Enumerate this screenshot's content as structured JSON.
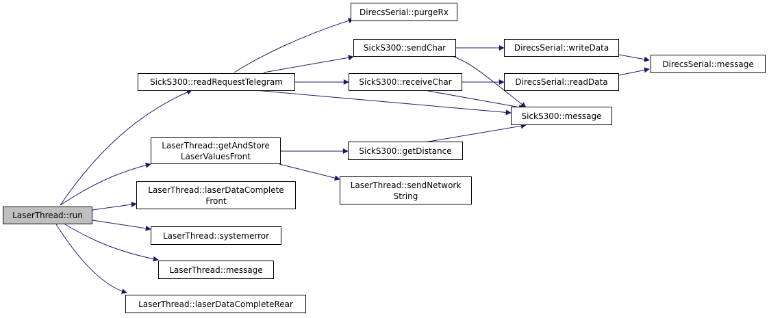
{
  "nodes": {
    "run": "LaserThread::run",
    "readRequestTelegram": "SickS300::readRequestTelegram",
    "getAndStore": "LaserThread::getAndStore\nLaserValuesFront",
    "laserDataCompleteFront": "LaserThread::laserDataComplete\nFront",
    "systemerror": "LaserThread::systemerror",
    "ltMessage": "LaserThread::message",
    "laserDataCompleteRear": "LaserThread::laserDataCompleteRear",
    "purgeRx": "DirecsSerial::purgeRx",
    "sendChar": "SickS300::sendChar",
    "receiveChar": "SickS300::receiveChar",
    "getDistance": "SickS300::getDistance",
    "sendNetworkString": "LaserThread::sendNetwork\nString",
    "writeData": "DirecsSerial::writeData",
    "readData": "DirecsSerial::readData",
    "sickMessage": "SickS300::message",
    "dsMessage": "DirecsSerial::message"
  },
  "colors": {
    "edge": "#191970",
    "root_fill": "#bfbfbf",
    "node_fill": "#ffffff",
    "border": "#000000"
  }
}
